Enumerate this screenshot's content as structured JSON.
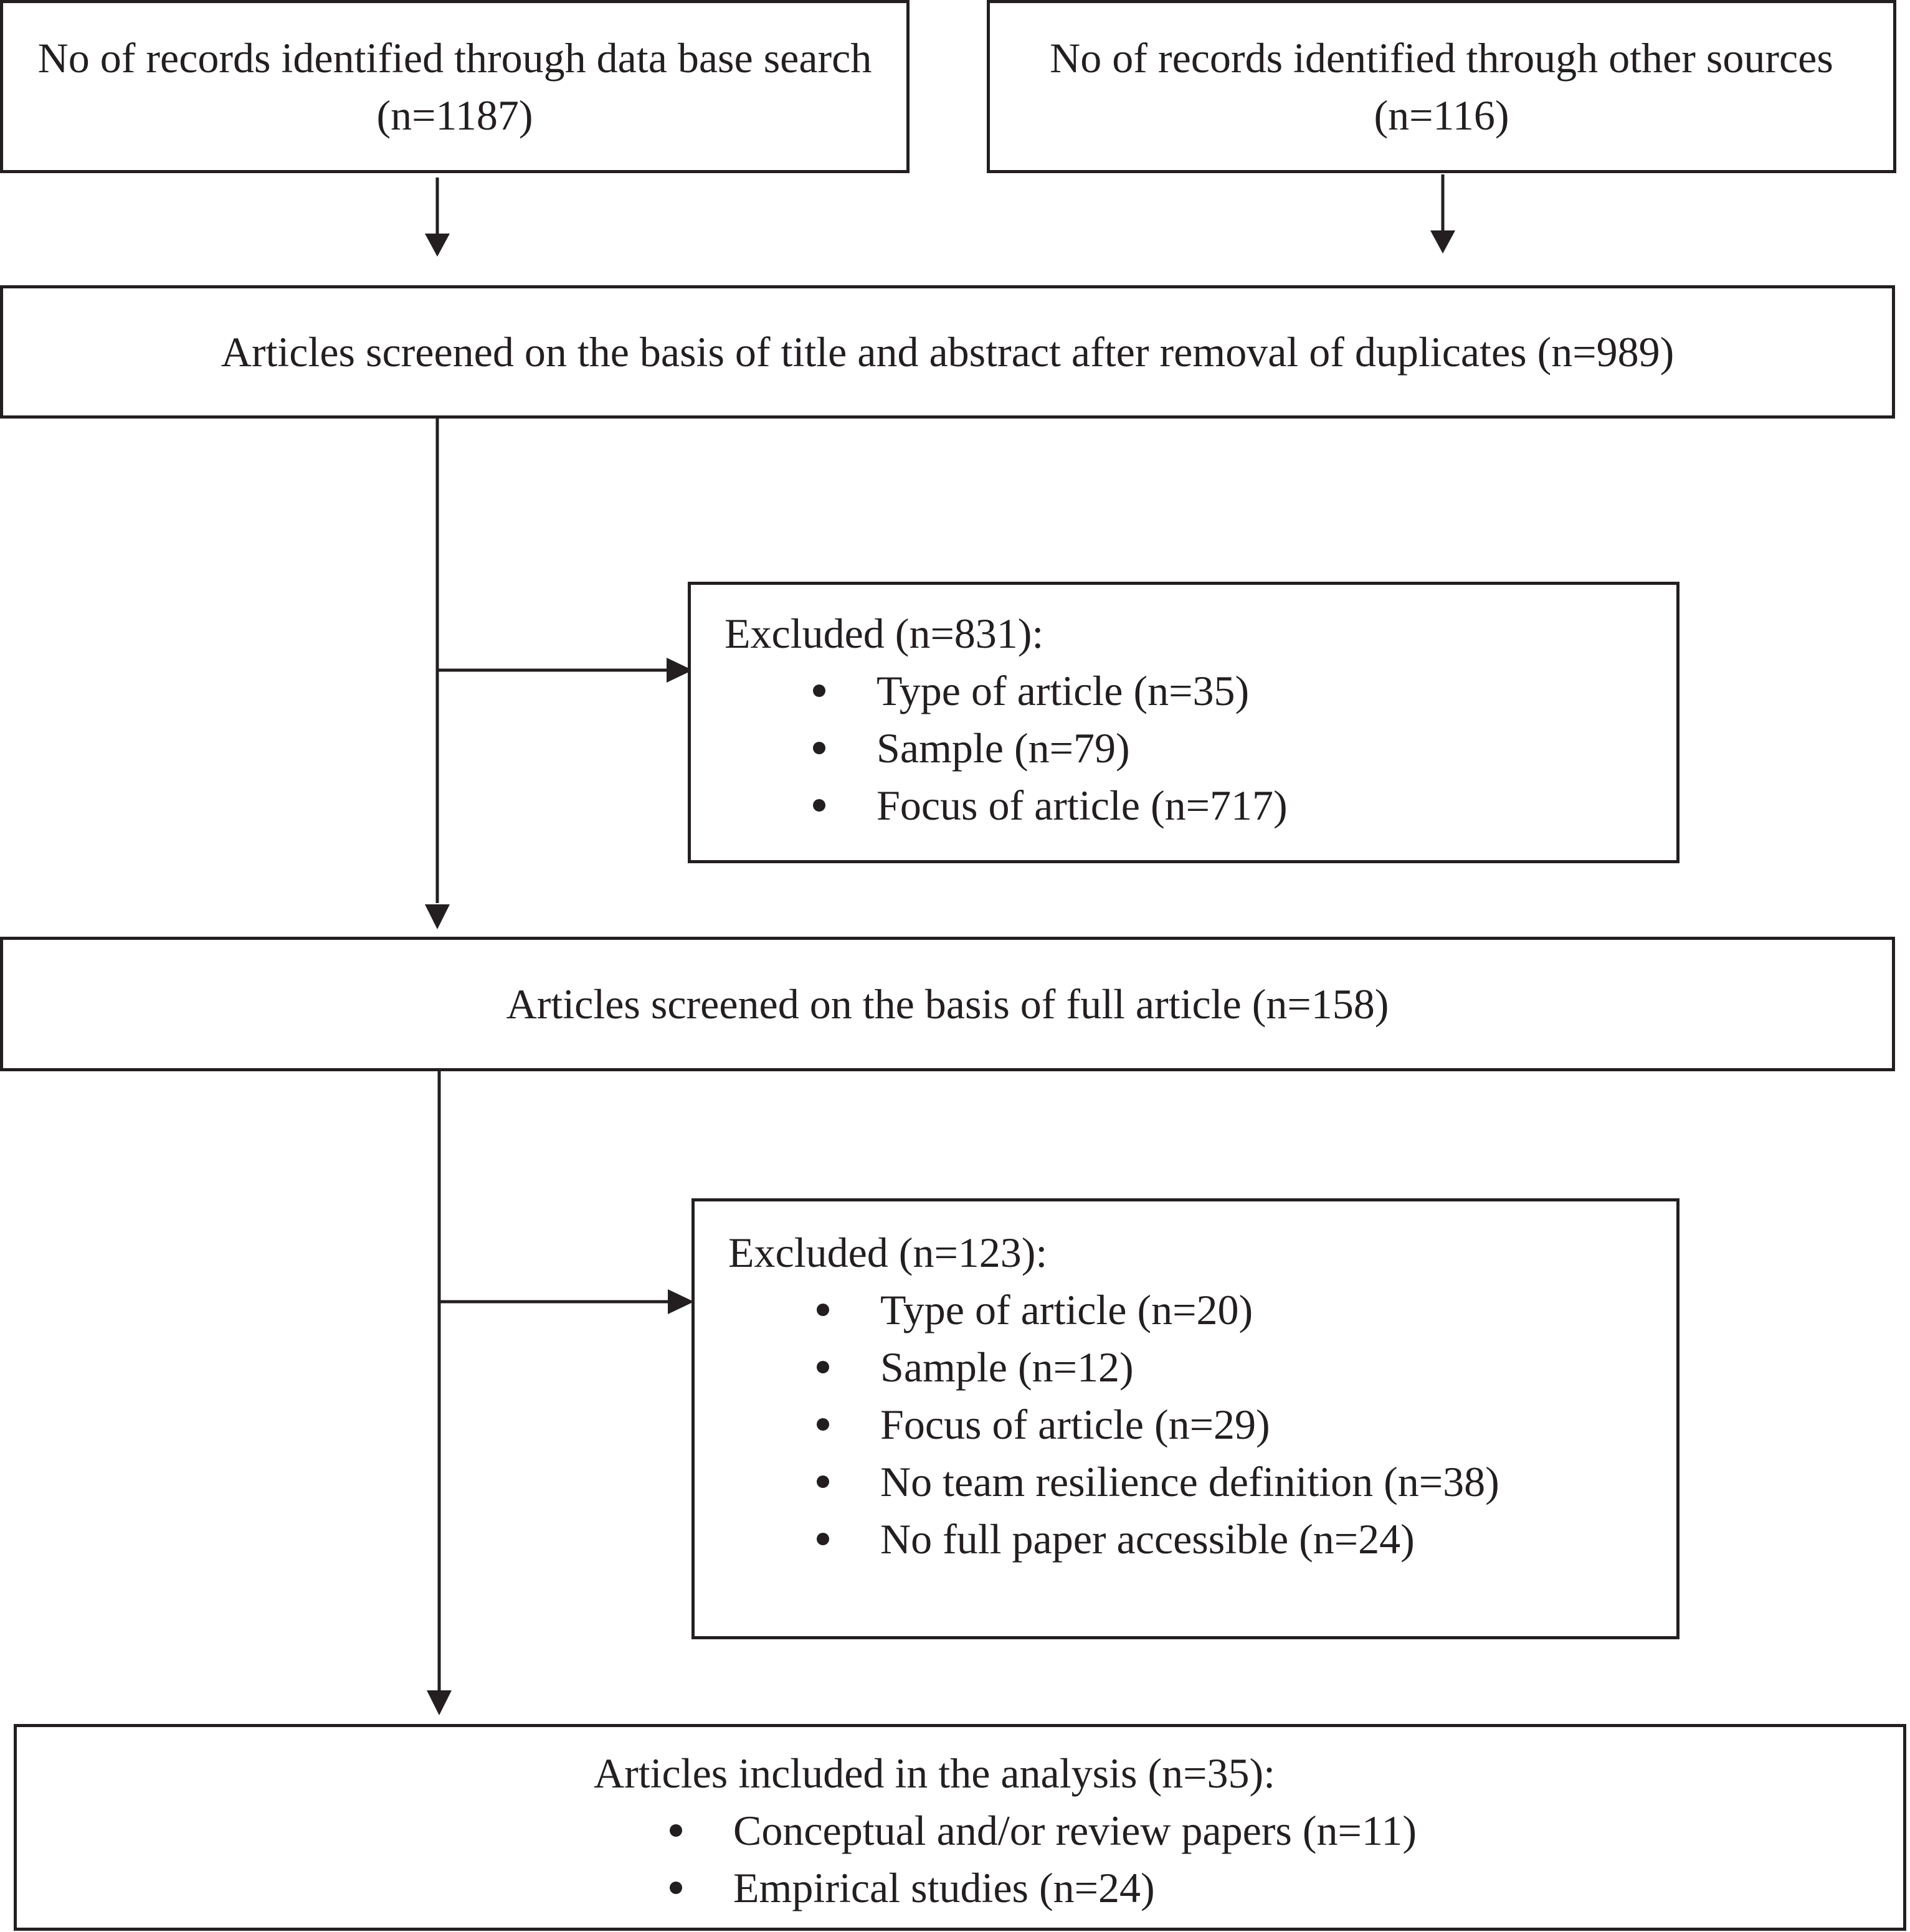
{
  "identification": {
    "database_search": "No of records identified through data base search (n=1187)",
    "other_sources": "No of records identified through other sources (n=116)"
  },
  "screening_title_abstract": "Articles screened on the basis of title and abstract after removal of duplicates (n=989)",
  "excluded_first": {
    "heading": "Excluded (n=831):",
    "items": [
      "Type of article (n=35)",
      "Sample (n=79)",
      "Focus of article (n=717)"
    ]
  },
  "screening_full_article": "Articles screened on the basis of full article (n=158)",
  "excluded_second": {
    "heading": "Excluded (n=123):",
    "items": [
      "Type of article (n=20)",
      "Sample (n=12)",
      "Focus of article (n=29)",
      "No team resilience definition (n=38)",
      "No full paper accessible (n=24)"
    ]
  },
  "included": {
    "heading": "Articles included in the analysis (n=35):",
    "items": [
      "Conceptual and/or review papers (n=11)",
      "Empirical studies (n=24)"
    ]
  }
}
